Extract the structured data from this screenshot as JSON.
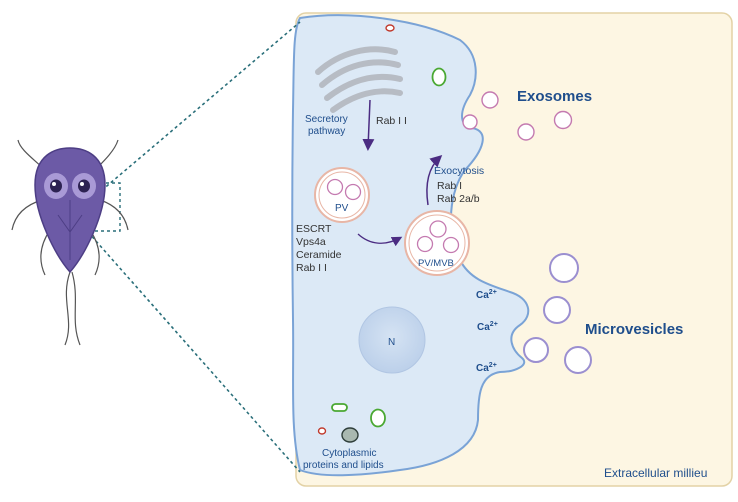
{
  "labels": {
    "exosomes": "Exosomes",
    "microvesicles": "Microvesicles",
    "extracellular": "Extracellular millieu",
    "secretory_line1": "Secretory",
    "secretory_line2": "pathway",
    "rab11_top": "Rab I I",
    "pv": "PV",
    "pv_mvb": "PV/MVB",
    "exocytosis": "Exocytosis",
    "rab1": "Rab I",
    "rab2ab": "Rab 2a/b",
    "escrt": "ESCRT",
    "vps4a": "Vps4a",
    "ceramide": "Ceramide",
    "rab11_bottom": "Rab I I",
    "nucleus": "N",
    "ca_base": "Ca",
    "ca_sup": "2+",
    "cyto_line1": "Cytoplasmic",
    "cyto_line2": "proteins and lipids"
  },
  "colors": {
    "cell_fill": "#dce9f6",
    "cell_stroke": "#7aa3d6",
    "extracellular_fill": "#fdf6e3",
    "extracellular_stroke": "#e3d2a6",
    "title_blue": "#1f4e8c",
    "vesicle_pink": "#c47ab0",
    "vesicle_purple": "#9b8fd0",
    "arrow_purple": "#4b2c82",
    "parasite": "#6c5aa6",
    "dotted": "#2a6f7a"
  }
}
